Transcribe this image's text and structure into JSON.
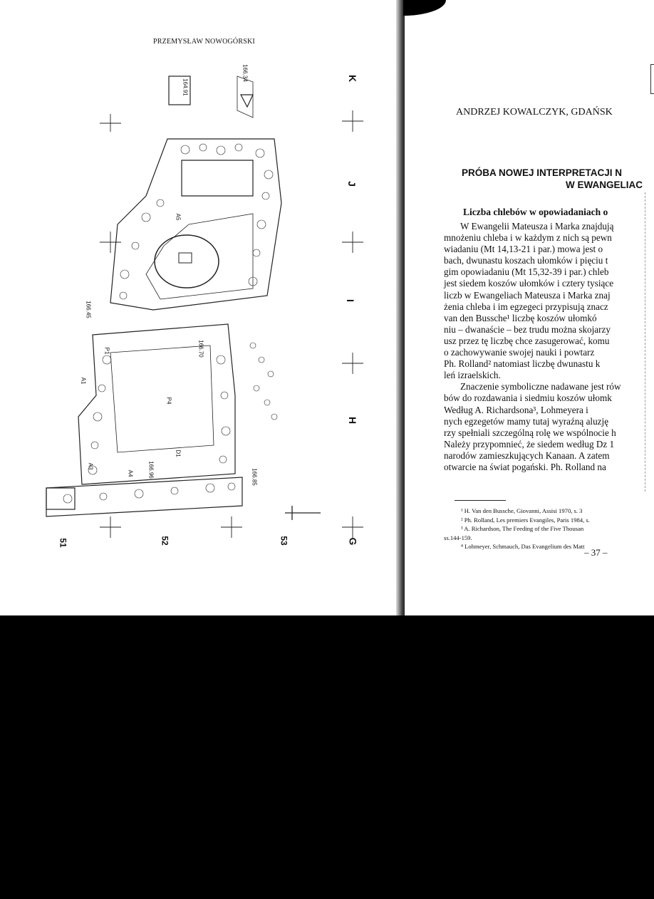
{
  "left_page": {
    "running_head": "PRZEMYSŁAW NOWOGÓRSKI",
    "plan_labels": {
      "grid_top": [
        "K",
        "J",
        "I",
        "H",
        "G"
      ],
      "grid_bottom": [
        "51",
        "52",
        "53"
      ],
      "rooms": [
        "A5",
        "A4",
        "A3",
        "A1",
        "P1",
        "P4",
        "D1"
      ],
      "elevations": [
        "166.34",
        "164.91",
        "166.45",
        "166.96",
        "166.85",
        "166.70"
      ]
    }
  },
  "right_page": {
    "author": "ANDRZEJ KOWALCZYK, GDAŃSK",
    "title_line1": "PRÓBA NOWEJ INTERPRETACJI N",
    "title_line2": "W EWANGELIAC",
    "section_heading": "Liczba chlebów w opowiadaniach o",
    "paragraphs": [
      "W Ewangelii Mateusza i Marka znajdują",
      "mnożeniu chleba i w każdym z nich są pewn",
      "wiadaniu (Mt 14,13-21 i par.) mowa jest o",
      "bach, dwunastu koszach ułomków i pięciu t",
      "gim opowiadaniu (Mt 15,32-39 i par.) chleb",
      "jest siedem koszów ułomków i cztery tysiące",
      "liczb w Ewangeliach Mateusza i Marka znaj",
      "żenia chleba i im egzegeci przypisują znacz",
      "van den Bussche¹ liczbę koszów ułomkó",
      "niu – dwanaście – bez trudu można skojarzy",
      "usz przez tę liczbę chce zasugerować, komu",
      "o zachowywanie swojej nauki i powtarz",
      "Ph. Rolland² natomiast liczbę dwunastu k",
      "leń izraelskich.",
      "Znaczenie symboliczne nadawane jest rów",
      "bów do rozdawania i siedmiu koszów ułomk",
      "Według A. Richardsona³, Lohmeyera i",
      "nych egzegetów mamy tutaj wyraźną aluzję",
      "rzy spełniali szczególną rolę we wspólnocie h",
      "Należy przypomnieć, że siedem według Dz 1",
      "narodów zamieszkujących Kanaan. A zatem",
      "otwarcie na świat pogański. Ph. Rolland na"
    ],
    "footnotes": [
      "¹ H. Van den Bussche, Giovanni, Assisi 1970, s. 3",
      "² Ph. Rolland, Les premiers Evangiles, Paris 1984, s.",
      "³ A. Richardson, The Feeding of the Five Thousan",
      "ss.144-159.",
      "⁴ Lohmeyer, Schmauch, Das Evangelium des Matt"
    ],
    "page_number": "– 37 –"
  }
}
